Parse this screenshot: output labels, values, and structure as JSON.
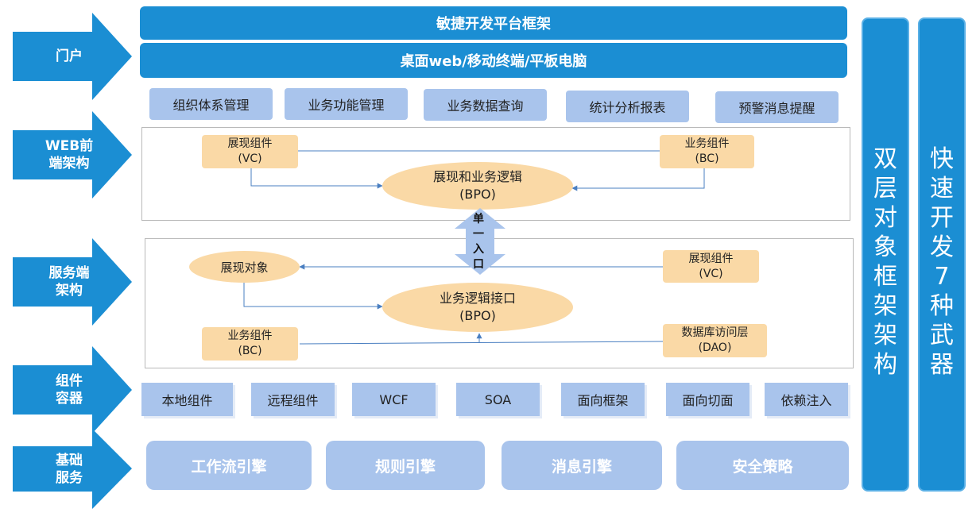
{
  "layers": [
    {
      "id": "portal",
      "label": "门户"
    },
    {
      "id": "web",
      "label": "WEB前\n端架构"
    },
    {
      "id": "service",
      "label": "服务端\n架构"
    },
    {
      "id": "container",
      "label": "组件\n容器"
    },
    {
      "id": "base",
      "label": "基础\n服务"
    }
  ],
  "top_bars": [
    "敏捷开发平台框架",
    "桌面web/移动终端/平板电脑"
  ],
  "web_modules": [
    "组织体系管理",
    "业务功能管理",
    "业务数据查询",
    "统计分析报表",
    "预警消息提醒"
  ],
  "web_arch": {
    "vc": {
      "line1": "展现组件",
      "line2": "(VC)"
    },
    "bc": {
      "line1": "业务组件",
      "line2": "(BC)"
    },
    "bpo": {
      "line1": "展现和业务逻辑",
      "line2": "(BPO)"
    }
  },
  "single_entry": "单一入口",
  "service_arch": {
    "display_obj": "展现对象",
    "vc": {
      "line1": "展现组件",
      "line2": "(VC)"
    },
    "bpo": {
      "line1": "业务逻辑接口",
      "line2": "(BPO)"
    },
    "bc": {
      "line1": "业务组件",
      "line2": "(BC)"
    },
    "dao": {
      "line1": "数据库访问层",
      "line2": "(DAO)"
    }
  },
  "containers": [
    "本地组件",
    "远程组件",
    "WCF",
    "SOA",
    "面向框架",
    "面向切面",
    "依赖注入"
  ],
  "base_services": [
    "工作流引擎",
    "规则引擎",
    "消息引擎",
    "安全策略"
  ],
  "right_columns": [
    "双层对象框架架构",
    "快速开发7种武器"
  ],
  "colors": {
    "primary": "#1b8ed3",
    "module": "#a9c4ec",
    "component": "#fad9a6",
    "line": "#4a7fc1"
  }
}
